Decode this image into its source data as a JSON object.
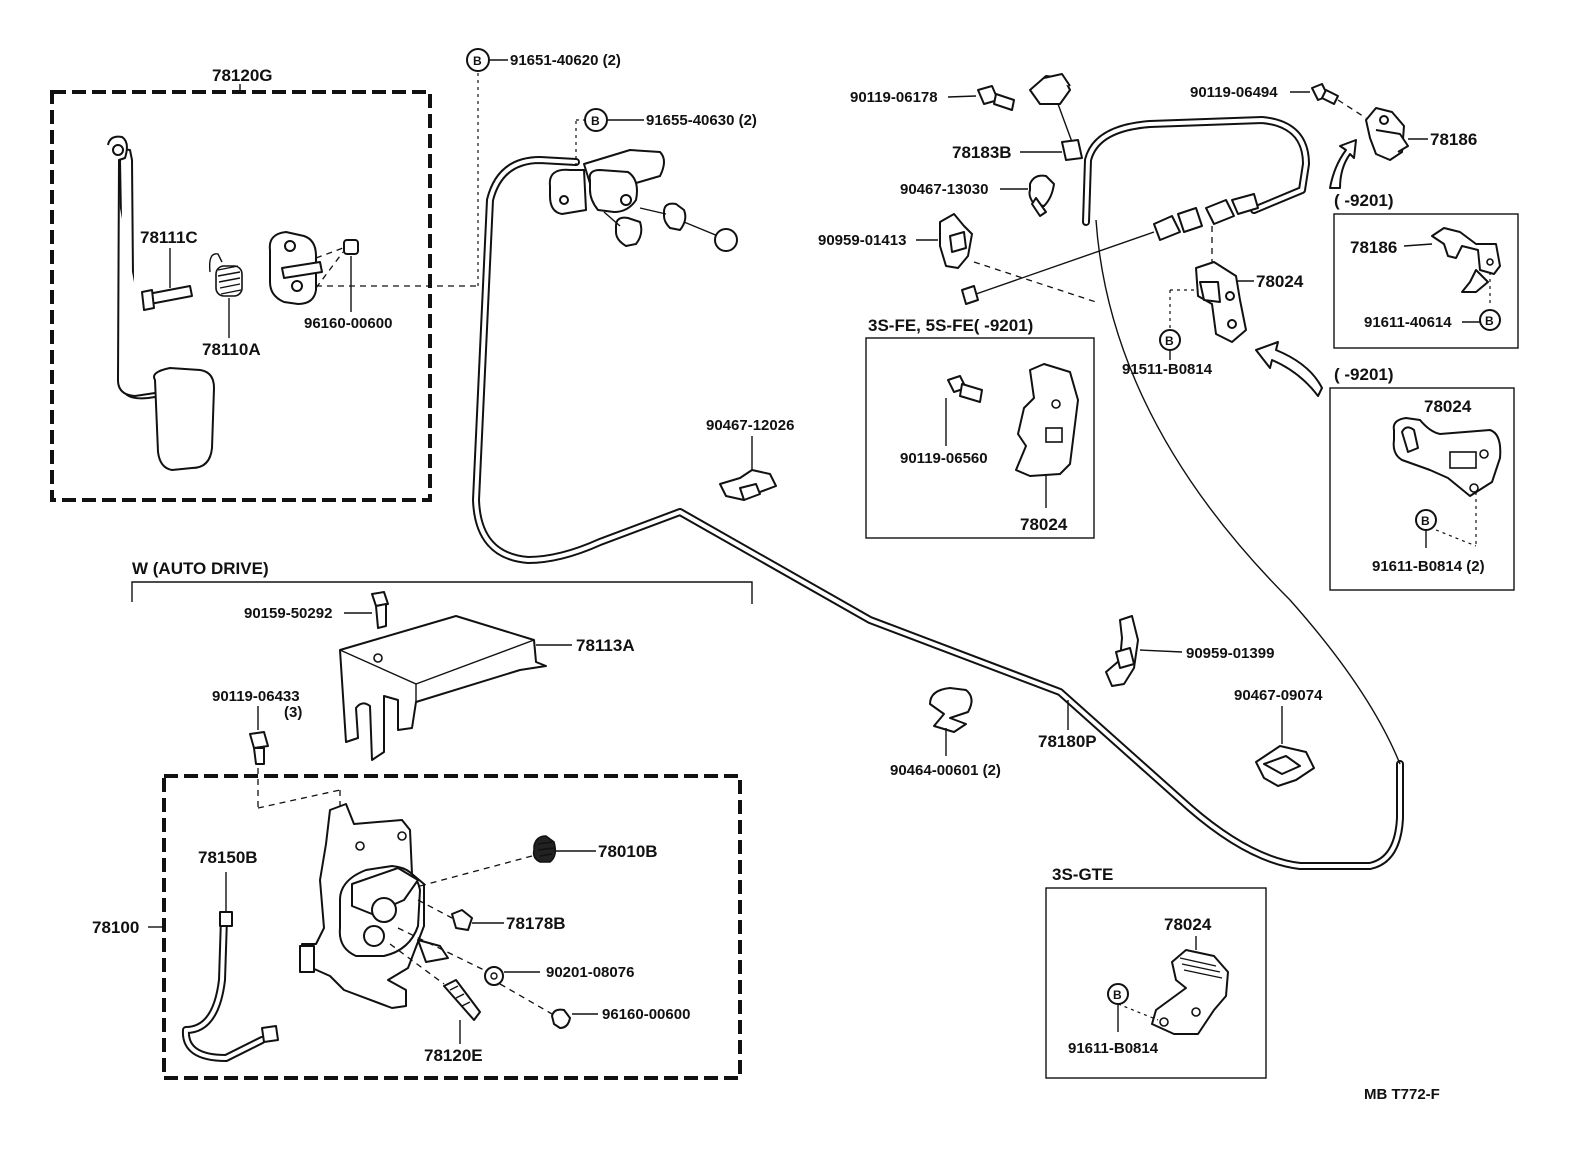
{
  "headings": {
    "auto_drive": "W (AUTO DRIVE)",
    "engine_3s_5s": "3S-FE,  5S-FE(        -9201)",
    "range_9201_a": "(        -9201)",
    "range_9201_b": "(        -9201)",
    "engine_3sgte": "3S-GTE"
  },
  "bolt_symbol": "B",
  "parts": {
    "p78120G": "78120G",
    "p78111C": "78111C",
    "p78110A": "78110A",
    "p96160_00600_a": "96160-00600",
    "p91651_40620": "91651-40620 (2)",
    "p91655_40630": "91655-40630 (2)",
    "p90119_06178": "90119-06178",
    "p78183B": "78183B",
    "p90467_13030": "90467-13030",
    "p90959_01413": "90959-01413",
    "p90119_06494": "90119-06494",
    "p78186_a": "78186",
    "p78186_b": "78186",
    "p91611_40614": "91611-40614",
    "p78024_a": "78024",
    "p91511_B0814": "91511-B0814",
    "p90119_06560": "90119-06560",
    "p78024_b": "78024",
    "p78024_c": "78024",
    "p91611_B0814_2": "91611-B0814 (2)",
    "p90467_12026": "90467-12026",
    "p90159_50292": "90159-50292",
    "p78113A": "78113A",
    "p90119_06433": "90119-06433",
    "p90119_06433_qty": "(3)",
    "p90959_01399": "90959-01399",
    "p90467_09074": "90467-09074",
    "p90464_00601": "90464-00601 (2)",
    "p78180P": "78180P",
    "p78150B": "78150B",
    "p78100": "78100",
    "p78010B": "78010B",
    "p78178B": "78178B",
    "p90201_08076": "90201-08076",
    "p96160_00600_b": "96160-00600",
    "p78120E": "78120E",
    "p78024_d": "78024",
    "p91611_B0814": "91611-B0814"
  },
  "footer": {
    "code": "MB  T772-F"
  }
}
